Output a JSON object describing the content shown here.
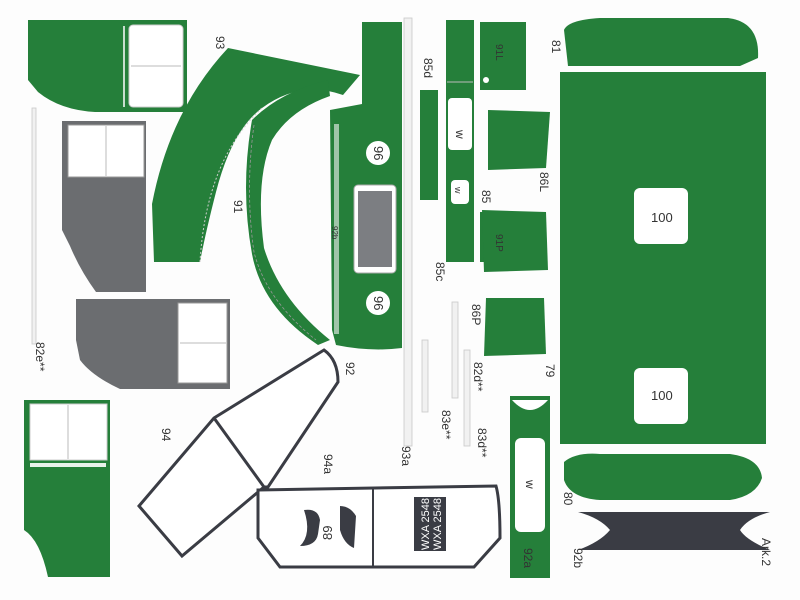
{
  "sheet": {
    "label": "Ark.2",
    "colors": {
      "green": "#257f3a",
      "grey": "#6b6d70",
      "dark": "#3a3c44",
      "window": "#ffffff"
    }
  },
  "parts": {
    "p93": "93",
    "p91": "91",
    "p92": "92",
    "p92b_small": "92b",
    "p93a": "93a",
    "p94": "94",
    "p94a": "94a",
    "p89": "89",
    "plate1": "WXA 2548",
    "plate2": "WXA 2548",
    "p82e": "82e**",
    "p85d": "85d",
    "p85": "85",
    "p85c": "85c",
    "p91L": "91L",
    "p91P": "91P",
    "p86L": "86L",
    "p86P": "86P",
    "p82d": "82d**",
    "p83e": "83e**",
    "p83d": "83d**",
    "p81": "81",
    "p79": "79",
    "p80": "80",
    "p92a": "92a",
    "p92b": "92b",
    "num96a": "96",
    "num96b": "96",
    "num100a": "100",
    "num100b": "100",
    "w1": "w",
    "w2": "w",
    "w3": "w"
  }
}
